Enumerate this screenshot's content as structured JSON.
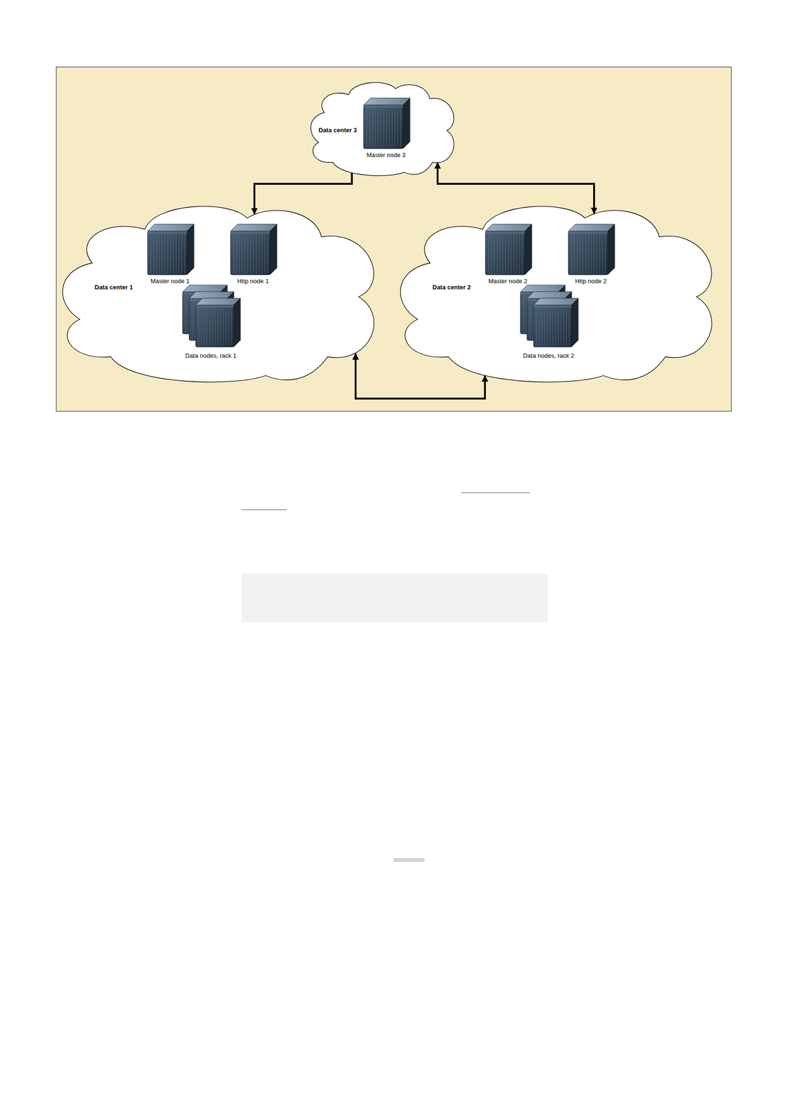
{
  "diagram": {
    "nodes": [
      {
        "text": [
          "Data center 3"
        ]
      },
      {
        "text": [
          "Master node 3"
        ],
        "in": 0
      },
      {
        "text": [
          "Data center 1"
        ]
      },
      {
        "text": [
          "Master node 1"
        ],
        "in": 2
      },
      {
        "text": [
          "Http node 1"
        ],
        "in": 2
      },
      {
        "text": [
          "Data nodes, rack 1"
        ],
        "in": 2
      },
      {
        "text": [
          "Data center 2"
        ]
      },
      {
        "text": [
          "Master node 2"
        ],
        "in": 6
      },
      {
        "text": [
          "Http node 2"
        ],
        "in": 6
      },
      {
        "text": [
          "Data nodes, rack 2"
        ],
        "in": 6
      }
    ],
    "edges": [
      {
        "from": 0,
        "to": 2,
        "arrow": "to"
      },
      {
        "from": 0,
        "to": 6,
        "arrow": "both"
      },
      {
        "from": 2,
        "to": 6,
        "arrow": "both"
      }
    ]
  }
}
